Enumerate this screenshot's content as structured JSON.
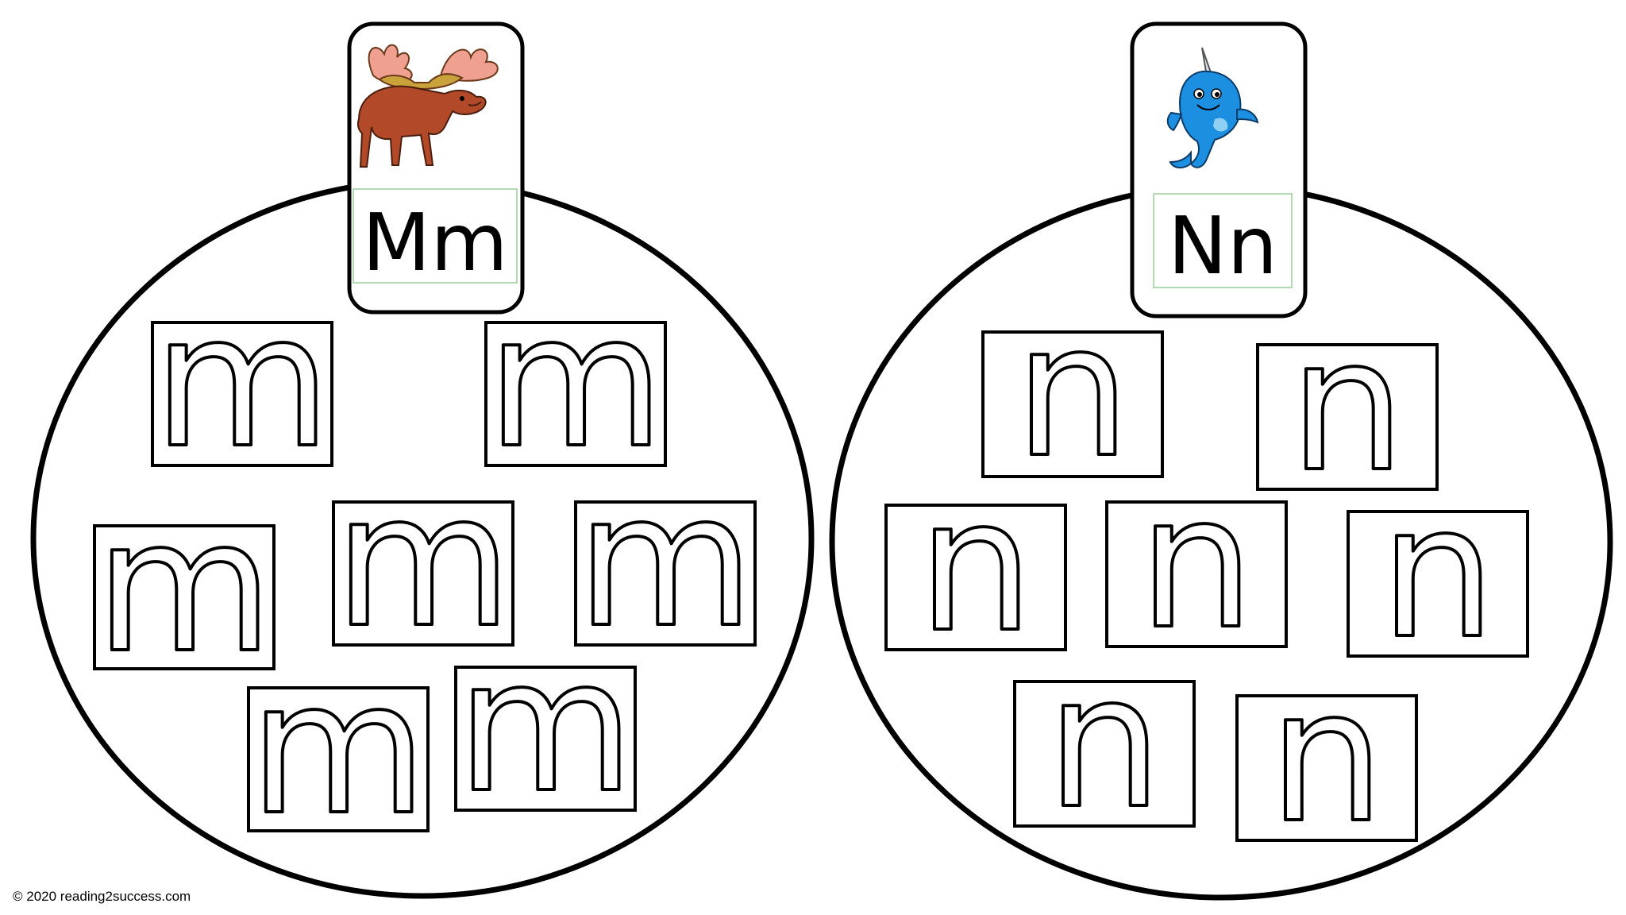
{
  "left": {
    "card_label": "Mm",
    "card_icon": "moose-icon",
    "tile_letter": "m"
  },
  "right": {
    "card_label": "Nn",
    "card_icon": "narwhal-icon",
    "tile_letter": "n"
  },
  "footer": {
    "copyright": "© 2020 reading2success.com"
  }
}
